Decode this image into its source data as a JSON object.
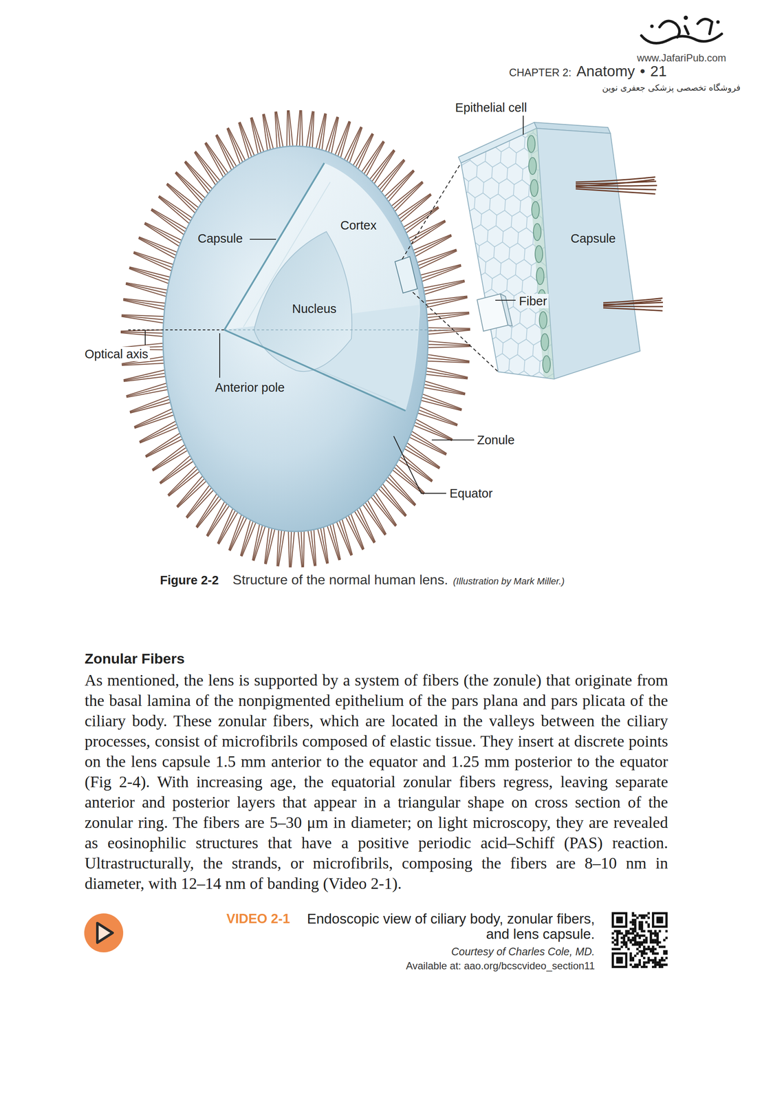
{
  "diagram": {
    "title": "Zonular Fibers",
    "caption": "Structure of the normal human lens.",
    "labels": [
      "www.JafariPub.com",
      "CHAPTER 2:",
      "Anatomy",
      "•",
      "21",
      "فروشگاه تخصصی پزشکی جعفری نوین",
      "Epithelial cell",
      "Capsule",
      "Cortex",
      "Capsule",
      "Nucleus",
      "Fiber",
      "Optical axis",
      "Anterior pole",
      "Zonule",
      "Equator",
      "Figure 2-2",
      "(Illustration by Mark Miller.)",
      "As mentioned, the lens is supported by a system of fibers (the zonule) that originate from the basal lamina of the nonpigmented epithelium of the pars plana and pars plicata of the ciliary body. These zonular fibers, which are located in the valleys between the ciliary processes, consist of microfibrils composed of elastic tissue. They insert at discrete points on the lens capsule 1.5 mm anterior to the equator and 1.25 mm posterior to the equator (Fig 2-4). With increasing age, the equatorial zonular fibers regress, leaving separate anterior and posterior layers that appear in a triangular shape on cross section of the zonular ring. The fibers are 5–30 μm in diameter; on light microscopy, they are revealed as eosinophilic structures that have a positive periodic acid–Schiff (PAS) reaction. Ultrastructurally, the strands, or microfibrils, composing the fibers are 8–10 nm in diameter, with 12–14 nm of banding (Video 2-1).",
      "VIDEO 2-1",
      "Endoscopic view of ciliary body, zonular fibers, and lens capsule.",
      "Courtesy of Charles Cole, MD.",
      "Available at: aao.org/bcscvideo_section11"
    ]
  }
}
